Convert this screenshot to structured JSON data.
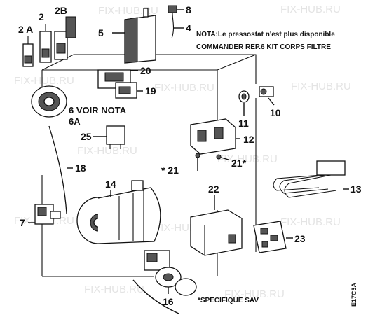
{
  "watermark": "FIX-HUB.RU",
  "note": {
    "line1": "NOTA:Le pressostat n'est plus disponible",
    "line2": "COMMANDER REP.6 KIT CORPS FILTRE"
  },
  "footnote": "*SPECIFIQUE SAV",
  "doc_code": "E17C3A",
  "callouts": {
    "c2A": "2 A",
    "c2": "2",
    "c2B": "2B",
    "c5": "5",
    "c8": "8",
    "c4": "4",
    "c20": "20",
    "c19": "19",
    "c10": "10",
    "c6": "6 VOIR NOTA",
    "c6A": "6A",
    "c11": "11",
    "c25": "25",
    "c12": "12",
    "c18": "18",
    "c21a": "* 21",
    "c21b": "21*",
    "c13": "13",
    "c14": "14",
    "c22": "22",
    "c7": "7",
    "c23": "23",
    "c16": "16"
  }
}
